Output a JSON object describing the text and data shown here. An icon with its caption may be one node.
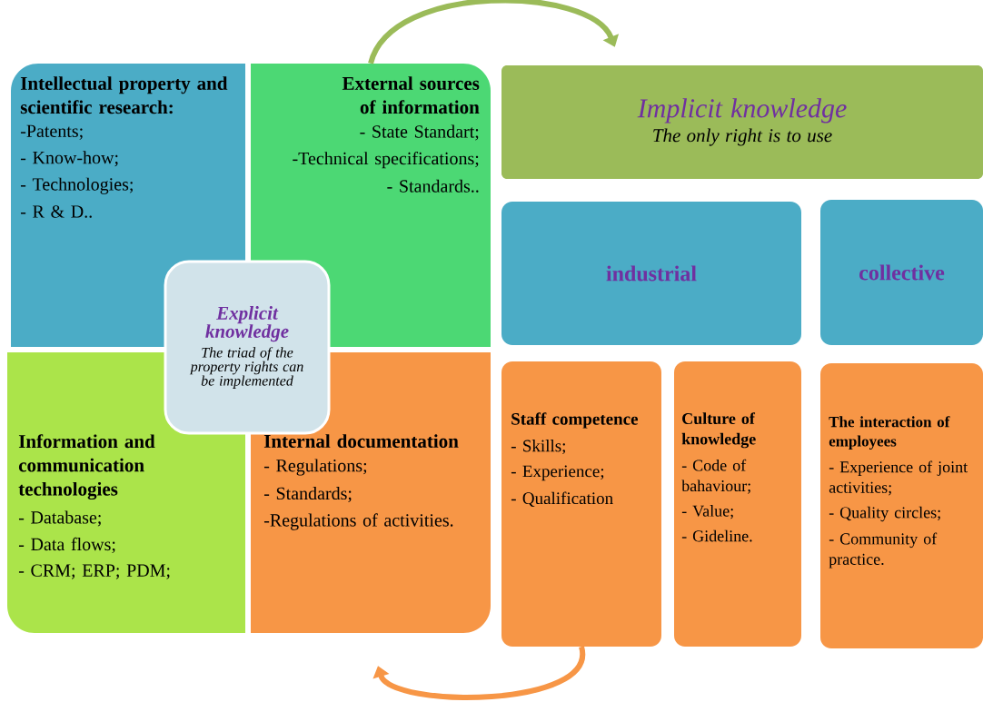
{
  "diagram": {
    "nodes": [
      {
        "text": [
          "Intellectual property and scientific research:",
          "-Patents;",
          "- Know-how;",
          "- Technologies;",
          "- R & D.."
        ]
      },
      {
        "text": [
          "External sources of information",
          "- State Standart;",
          "-Technical specifications;",
          "- Standards.."
        ]
      },
      {
        "text": [
          "Explicit knowledge",
          "The triad of the property rights can be implemented"
        ]
      },
      {
        "text": [
          "Information and communication technologies",
          "- Database;",
          "-  Data flows;",
          "- CRM; ERP; PDM;"
        ]
      },
      {
        "text": [
          "Internal documentation",
          "- Regulations;",
          "- Standards;",
          "-Regulations of activities."
        ]
      },
      {
        "text": [
          "Implicit knowledge",
          "The only right is to use"
        ]
      },
      {
        "text": [
          "industrial"
        ]
      },
      {
        "text": [
          "collective"
        ]
      },
      {
        "text": [
          "Staff competence",
          "- Skills;",
          "- Experience;",
          "- Qualification"
        ]
      },
      {
        "text": [
          "Culture of knowledge",
          "- Code of bahaviour;",
          "- Value;",
          "- Gideline."
        ]
      },
      {
        "text": [
          "The interaction of employees",
          "- Experience of joint activities;",
          "- Quality circles;",
          "- Community of practice."
        ]
      }
    ],
    "edges": [
      {
        "from": 1,
        "to": 5,
        "arrow": "to",
        "color": "#9bbb59"
      },
      {
        "from": 8,
        "to": 4,
        "arrow": "to",
        "color": "#f79646"
      }
    ]
  }
}
